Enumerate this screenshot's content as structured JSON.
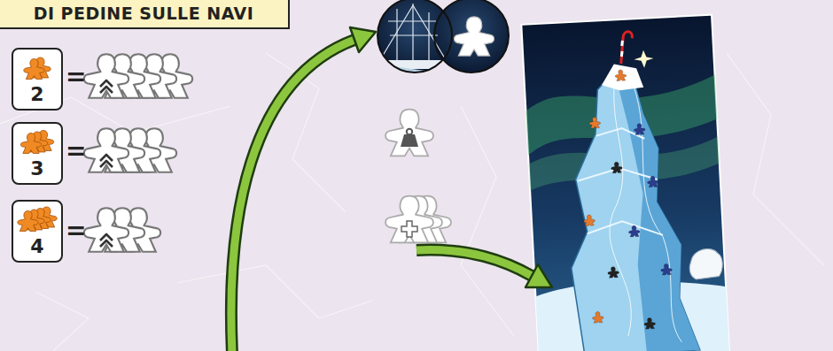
{
  "diagram": {
    "nodes": [
      {
        "text": [
          "DI PEDINE SULLE NAVI"
        ]
      },
      {
        "text": [
          "2"
        ]
      },
      {
        "text": [
          "3"
        ]
      },
      {
        "text": [
          "4"
        ]
      }
    ],
    "labels": [
      "=",
      "=",
      "="
    ]
  }
}
